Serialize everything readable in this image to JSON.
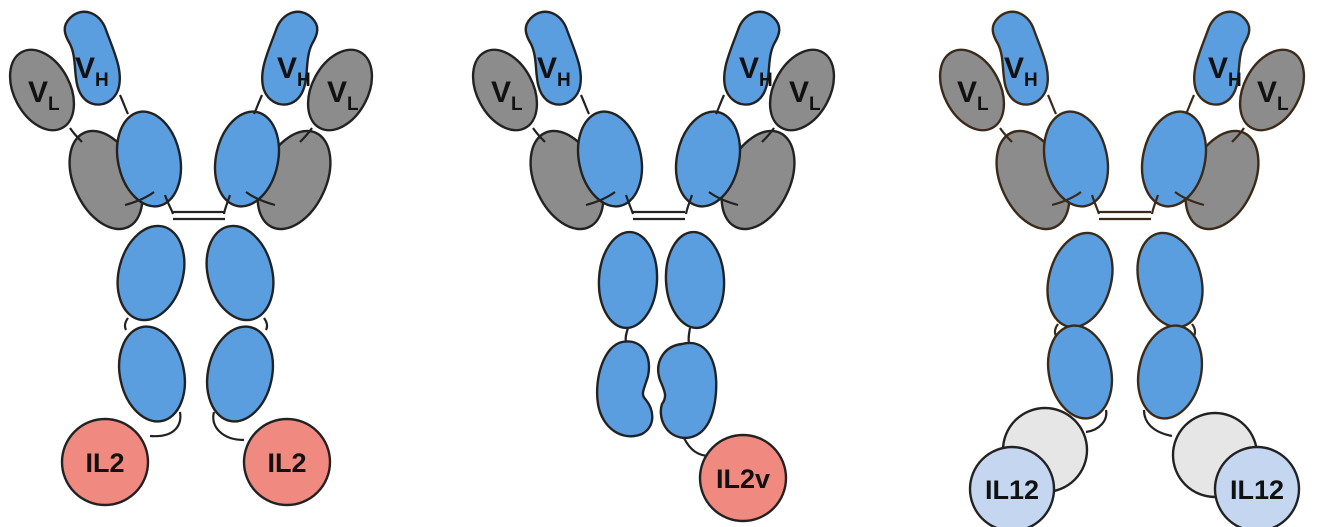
{
  "constructs": [
    {
      "name": "IL2",
      "heavy_label": "V",
      "heavy_sub": "H",
      "light_label": "V",
      "light_sub": "L",
      "cytokine_left": "IL2",
      "cytokine_right": "IL2"
    },
    {
      "name": "IL2v",
      "heavy_label": "V",
      "heavy_sub": "H",
      "light_label": "V",
      "light_sub": "L",
      "cytokine_right": "IL2v"
    },
    {
      "name": "IL12",
      "heavy_label": "V",
      "heavy_sub": "H",
      "light_label": "V",
      "light_sub": "L",
      "cytokine_left": "IL12",
      "cytokine_right": "IL12"
    }
  ],
  "colors": {
    "heavy_chain": "#5b9ee0",
    "light_chain": "#8c8c8c",
    "il2": "#f08a80",
    "il12_front": "#c4d6f0",
    "il12_back": "#e6e6e6",
    "outline": "#222222"
  }
}
